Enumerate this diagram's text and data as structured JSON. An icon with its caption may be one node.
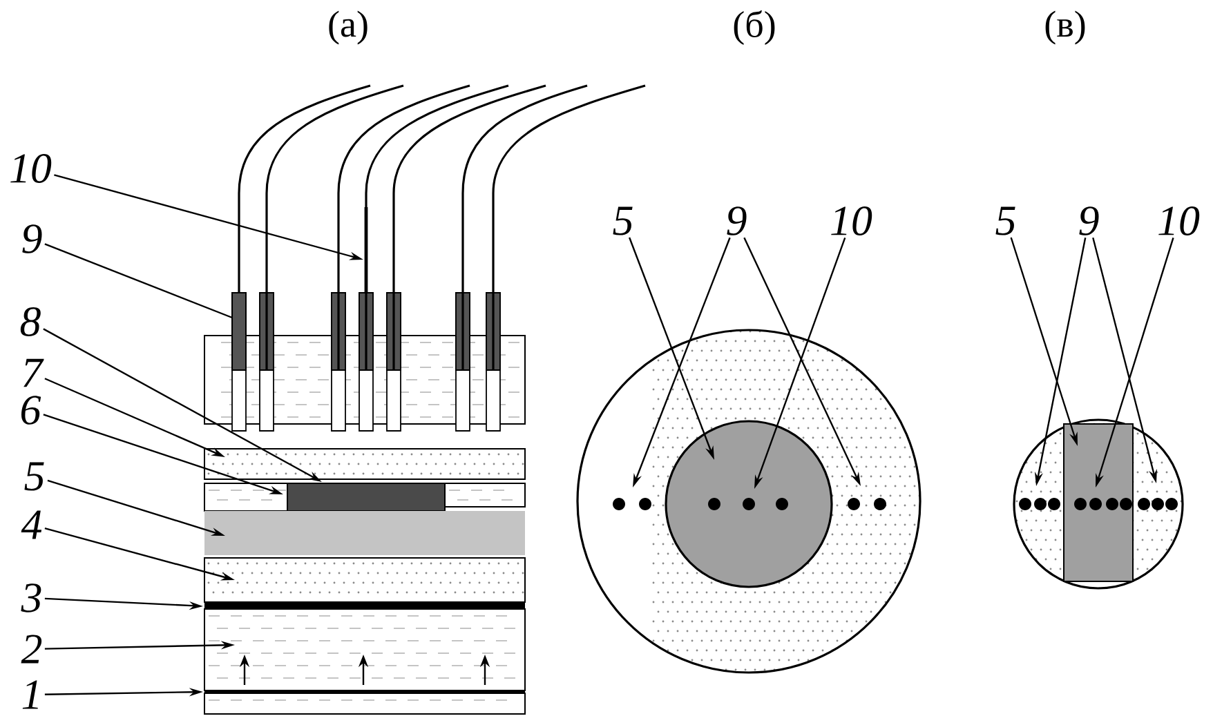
{
  "diagram": {
    "nodes": [
      {
        "text": [
          "10"
        ]
      },
      {
        "text": [
          "9"
        ]
      },
      {
        "text": [
          "8"
        ]
      },
      {
        "text": [
          "7"
        ]
      },
      {
        "text": [
          "6"
        ]
      },
      {
        "text": [
          "5"
        ]
      },
      {
        "text": [
          "4"
        ]
      },
      {
        "text": [
          "3"
        ]
      },
      {
        "text": [
          "2"
        ]
      },
      {
        "text": [
          "1"
        ]
      },
      {
        "text": [],
        "shape": "bar"
      },
      {
        "text": [],
        "shape": "bar"
      },
      {
        "text": [],
        "shape": "box"
      },
      {
        "text": [],
        "shape": "box"
      },
      {
        "text": [],
        "shape": "box"
      },
      {
        "text": [],
        "shape": "box"
      },
      {
        "text": [],
        "shape": "box"
      },
      {
        "text": [],
        "shape": "bar"
      },
      {
        "text": [],
        "shape": "box"
      },
      {
        "text": [],
        "shape": "bar"
      },
      {
        "text": [
          "5"
        ]
      },
      {
        "text": [
          "9"
        ]
      },
      {
        "text": [
          "10"
        ]
      },
      {
        "text": [],
        "shape": "circle"
      },
      {
        "text": [],
        "shape": "circle"
      },
      {
        "text": [],
        "shape": "circle"
      },
      {
        "text": [],
        "shape": "circle",
        "in": 23
      },
      {
        "text": [
          "5"
        ]
      },
      {
        "text": [
          "9"
        ]
      },
      {
        "text": [
          "10"
        ]
      },
      {
        "text": [],
        "shape": "box"
      },
      {
        "text": [],
        "shape": "circle"
      },
      {
        "text": [],
        "shape": "circle"
      },
      {
        "text": [],
        "shape": "circle",
        "in": 30
      }
    ],
    "edges": [
      {
        "from": 0,
        "to": 10,
        "arrow": "to"
      },
      {
        "from": 1,
        "to": 11,
        "arrow": "none"
      },
      {
        "from": 2,
        "to": 13,
        "arrow": "to"
      },
      {
        "from": 3,
        "to": 12,
        "arrow": "to"
      },
      {
        "from": 4,
        "to": 14,
        "arrow": "to"
      },
      {
        "from": 5,
        "to": 15,
        "arrow": "to"
      },
      {
        "from": 6,
        "to": 16,
        "arrow": "to"
      },
      {
        "from": 7,
        "to": 17,
        "arrow": "to"
      },
      {
        "from": 8,
        "to": 18,
        "arrow": "to"
      },
      {
        "from": 9,
        "to": 19,
        "arrow": "to"
      },
      {
        "from": 20,
        "to": 23,
        "arrow": "to"
      },
      {
        "from": 21,
        "to": 24,
        "arrow": "to"
      },
      {
        "from": 21,
        "to": 25,
        "arrow": "to"
      },
      {
        "from": 22,
        "to": 26,
        "arrow": "to"
      },
      {
        "from": 27,
        "to": 30,
        "arrow": "to"
      },
      {
        "from": 28,
        "to": 31,
        "arrow": "to"
      },
      {
        "from": 28,
        "to": 32,
        "arrow": "to"
      },
      {
        "from": 29,
        "to": 33,
        "arrow": "to"
      }
    ],
    "labels": [
      "(а)",
      "(б)",
      "(в)"
    ]
  }
}
